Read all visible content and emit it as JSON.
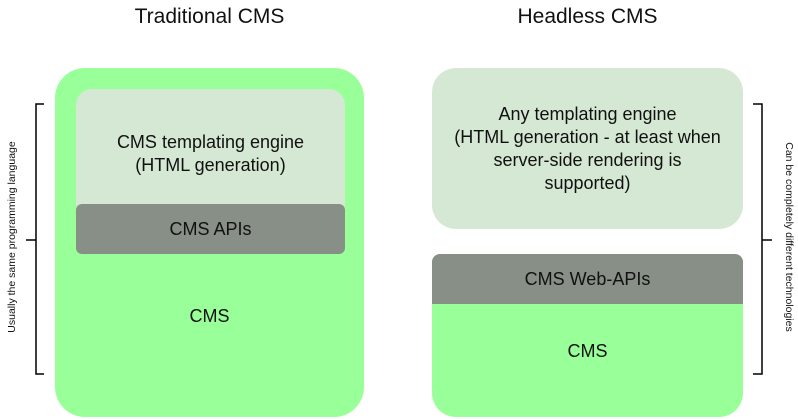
{
  "traditional": {
    "title": "Traditional CMS",
    "templating_line1": "CMS templating engine",
    "templating_line2": "(HTML generation)",
    "apis": "CMS APIs",
    "cms": "CMS",
    "side_note": "Usually the same programming language"
  },
  "headless": {
    "title": "Headless CMS",
    "templating_line1": "Any templating engine",
    "templating_line2": "(HTML generation - at least when",
    "templating_line3": "server-side rendering is",
    "templating_line4": "supported)",
    "apis": "CMS Web-APIs",
    "cms": "CMS",
    "side_note": "Can be completely different technologies"
  }
}
